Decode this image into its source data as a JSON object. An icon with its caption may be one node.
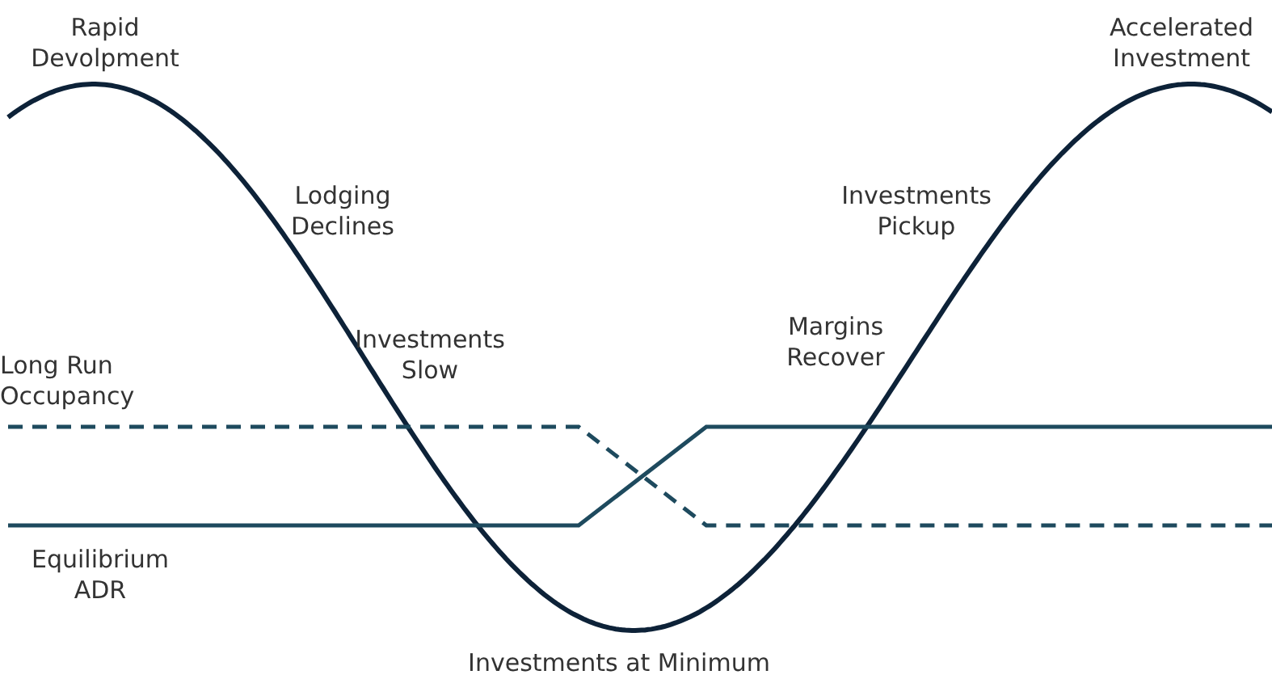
{
  "diagram": {
    "labels": [
      "Rapid Devolpment",
      "Accelerated Investment",
      "Lodging Declines",
      "Investments Pickup",
      "Investments Slow",
      "Margins Recover",
      "Long Run Occupancy",
      "Equilibrium ADR",
      "Investments at Minimum"
    ]
  }
}
